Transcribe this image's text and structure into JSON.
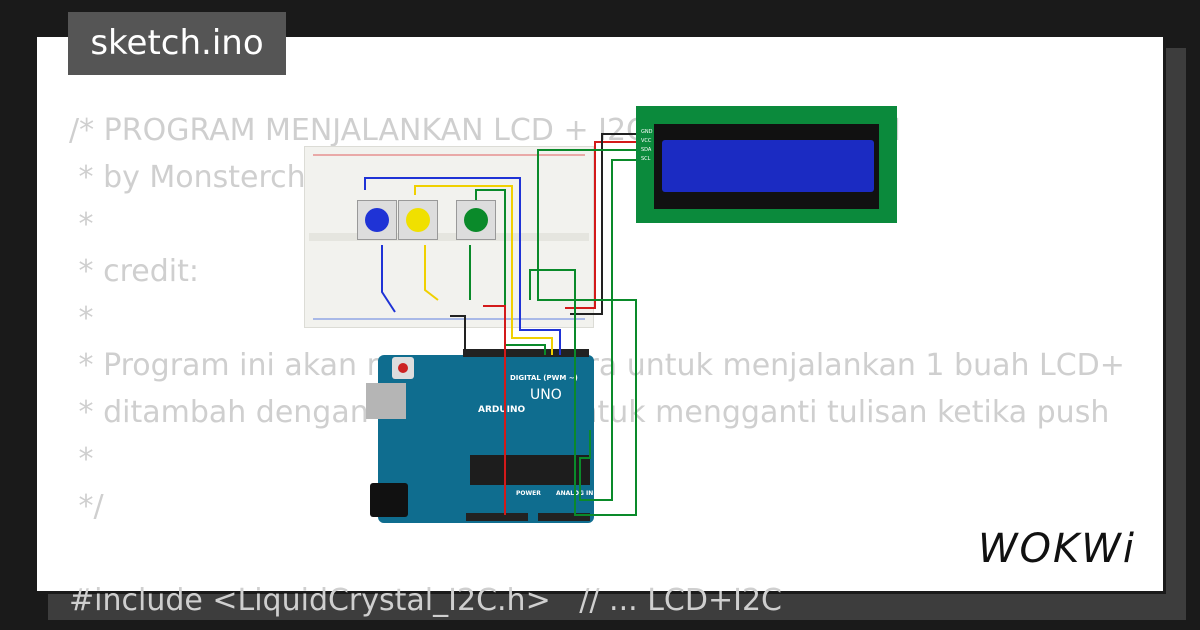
{
  "header": {
    "file_name": "sketch.ino"
  },
  "code_lines": [
    "/* PROGRAM MENJALANKAN LCD + I2C ... PUSHBUTTON",
    " * by Monsterch",
    " *",
    " * credit:",
    " *",
    " * Program ini akan m                    ra untuk menjalankan 1 buah LCD+",
    " * ditambah dengan                    untuk mengganti tulisan ketika push",
    " *",
    " */",
    "",
    "#include <LiquidCrystal_I2C.h>   // ... LCD+I2C"
  ],
  "brand": {
    "logo_text": "WOKWi"
  },
  "board": {
    "brand_text": "ARDUINO",
    "model": "UNO",
    "digital_label": "DIGITAL (PWM ~)",
    "power_label": "POWER",
    "analog_label": "ANALOG IN"
  },
  "lcd": {
    "pins": [
      "GND",
      "VCC",
      "SDA",
      "SCL"
    ]
  },
  "buttons": [
    {
      "name": "blue",
      "color": "#1f33d6"
    },
    {
      "name": "yellow",
      "color": "#f0e000"
    },
    {
      "name": "green",
      "color": "#0a8a2a"
    }
  ],
  "colors": {
    "background": "#1a1a1a",
    "card": "#ffffff",
    "code_text": "#cfcfcf",
    "badge": "#555555",
    "lcd_pcb": "#0b8a3c",
    "lcd_screen": "#1b2bc2",
    "uno_pcb": "#0f6d8f"
  }
}
